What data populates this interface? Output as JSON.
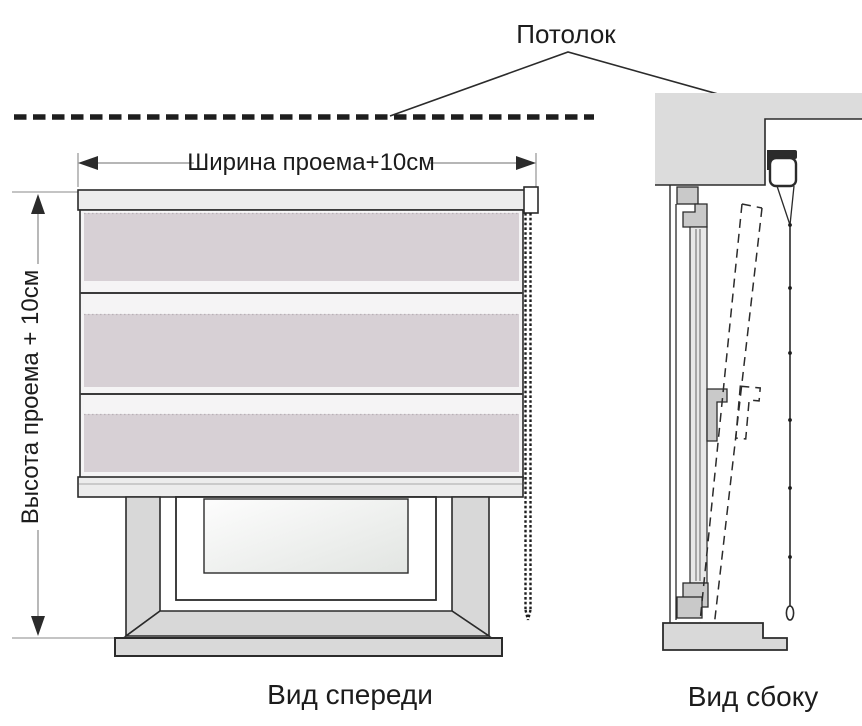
{
  "labels": {
    "ceiling": "Потолок",
    "width_dimension": "Ширина проема+10см",
    "height_dimension": "Высота проема + 10см",
    "front_view": "Вид спереди",
    "side_view": "Вид сбоку"
  },
  "blind": {
    "panel_count": 3,
    "views": [
      "front",
      "side"
    ]
  },
  "colors": {
    "line": "#2b2b2b",
    "fabric": "#d7d0d5",
    "wall": "#d8d8d8",
    "rail": "#ececec",
    "fabricbg": "#f5f4f5",
    "bg": "#ffffff"
  }
}
